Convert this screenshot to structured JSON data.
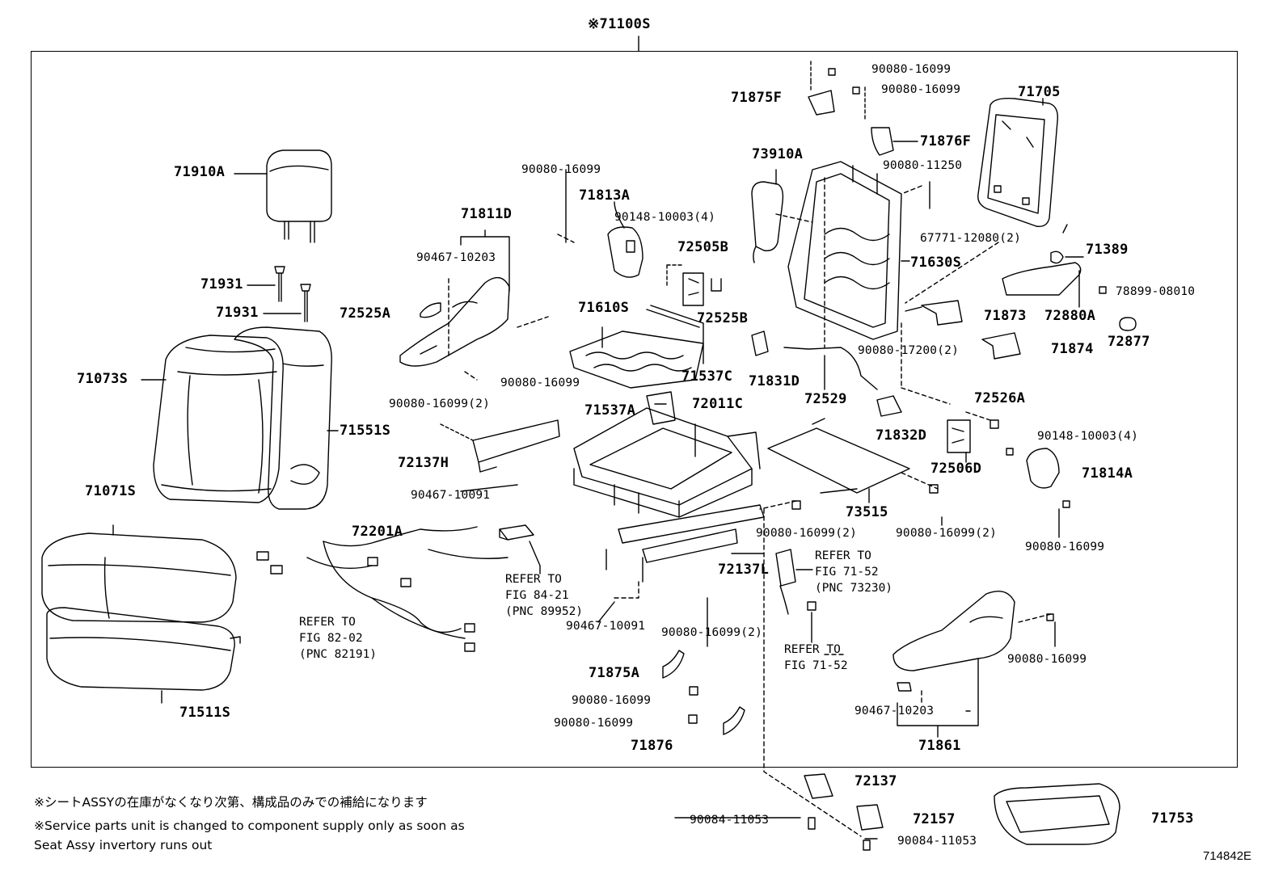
{
  "assembly": {
    "label": "※71100S"
  },
  "diagram_number": "714842E",
  "notes": {
    "japanese": "※シートASSYの在庫がなくなり次第、構成品のみでの補給になります",
    "english_line1": "※Service parts unit is changed to component supply only as soon as",
    "english_line2": "Seat Assy invertory runs out"
  },
  "parts": {
    "p71910A": "71910A",
    "p71931a": "71931",
    "p71931b": "71931",
    "p71073S": "71073S",
    "p71551S": "71551S",
    "p71071S": "71071S",
    "p71511S": "71511S",
    "p71811D": "71811D",
    "p72525A": "72525A",
    "p71813A": "71813A",
    "p72505B": "72505B",
    "p72525B": "72525B",
    "p71610S": "71610S",
    "p71537C": "71537C",
    "p71537A": "71537A",
    "p72011C": "72011C",
    "p72137H": "72137H",
    "p72201A": "72201A",
    "p72137L": "72137L",
    "p71875A": "71875A",
    "p71876": "71876",
    "p71875F": "71875F",
    "p71876F": "71876F",
    "p73910A": "73910A",
    "p71630S": "71630S",
    "p71705": "71705",
    "p71389": "71389",
    "p72880A": "72880A",
    "p72877": "72877",
    "p71873": "71873",
    "p71874": "71874",
    "p71831D": "71831D",
    "p72529": "72529",
    "p71832D": "71832D",
    "p72526A": "72526A",
    "p72506D": "72506D",
    "p71814A": "71814A",
    "p73515": "73515",
    "p71861": "71861",
    "p72137": "72137",
    "p72157": "72157",
    "p71753": "71753"
  },
  "fasteners": {
    "f01": "90080-16099",
    "f02": "90080-16099",
    "f03": "90080-16099",
    "f04": "90148-10003(4)",
    "f05": "90467-10203",
    "f06": "90080-16099",
    "f07": "90080-16099(2)",
    "f08": "90467-10091",
    "f09": "90467-10091",
    "f10": "90080-16099(2)",
    "f11": "90080-16099",
    "f12": "90080-16099",
    "f13": "90080-11250",
    "f14": "67771-12080(2)",
    "f15": "78899-08010",
    "f16": "90080-17200(2)",
    "f17": "90148-10003(4)",
    "f18": "90080-16099",
    "f19": "90080-16099(2)",
    "f20": "90080-16099(2)",
    "f21": "90080-16099",
    "f22": "90467-10203",
    "f23": "90084-11053",
    "f24": "90084-11053"
  },
  "refs": {
    "r1": "REFER TO\nFIG 82-02\n(PNC 82191)",
    "r2": "REFER TO\nFIG 84-21\n(PNC 89952)",
    "r3": "REFER TO\nFIG 71-52\n(PNC 73230)",
    "r4": "REFER TO\nFIG 71-52"
  }
}
